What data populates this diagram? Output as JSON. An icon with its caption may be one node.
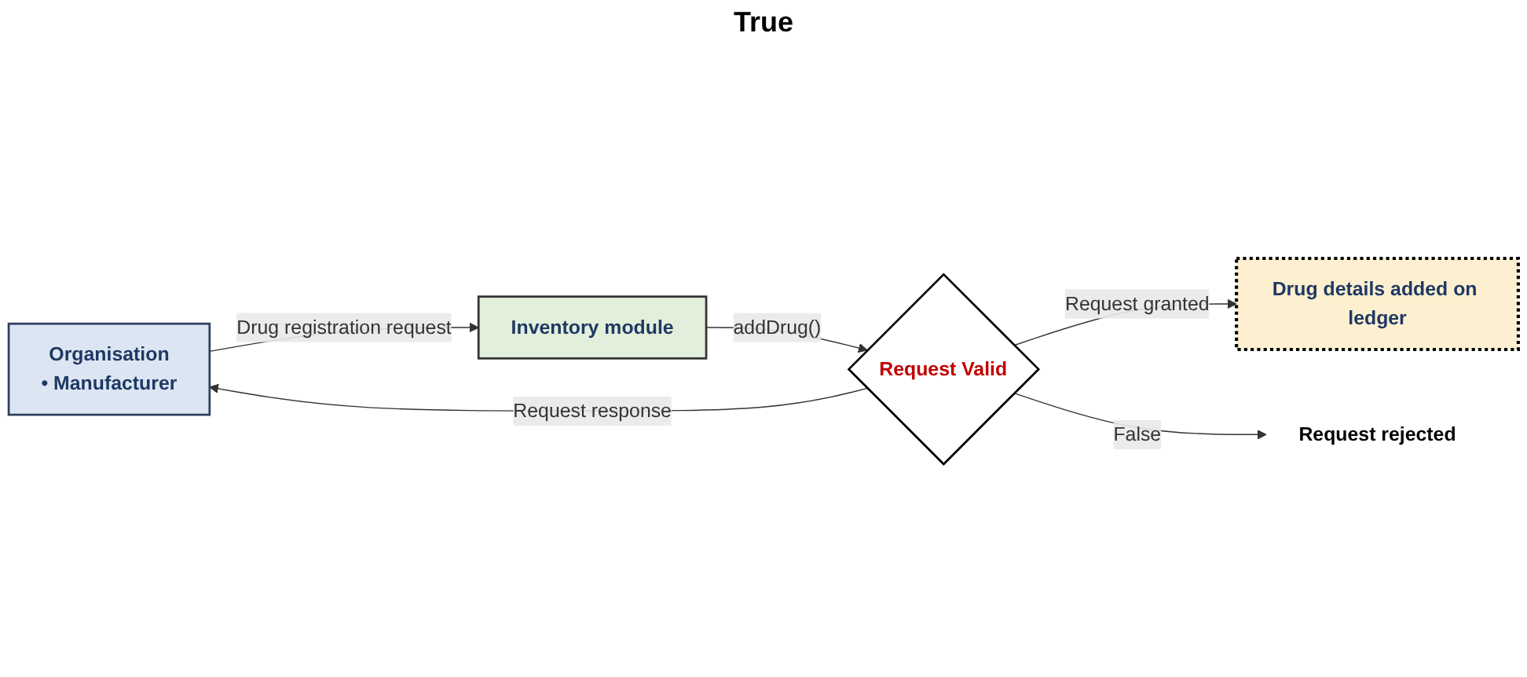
{
  "diagram": {
    "nodes": [
      {
        "text": [
          "Organisation",
          "• Manufacturer"
        ]
      },
      {
        "text": [
          "Inventory module"
        ]
      },
      {
        "text": [
          "Request Valid"
        ]
      },
      {
        "text": [
          "Drug details added on ledger"
        ]
      },
      {
        "text": [
          "Request rejected"
        ]
      }
    ],
    "edges": [
      {
        "from": 0,
        "to": 1,
        "arrow": "to",
        "label": "Drug registration request"
      },
      {
        "from": 1,
        "to": 2,
        "arrow": "to",
        "label": "addDrug()"
      },
      {
        "from": 2,
        "to": 0,
        "arrow": "to",
        "label": "Request response"
      },
      {
        "from": 2,
        "to": 3,
        "arrow": "to",
        "label": "Request granted"
      },
      {
        "from": 2,
        "to": 4,
        "arrow": "to",
        "label": "False"
      }
    ],
    "labels": [
      "True"
    ]
  }
}
